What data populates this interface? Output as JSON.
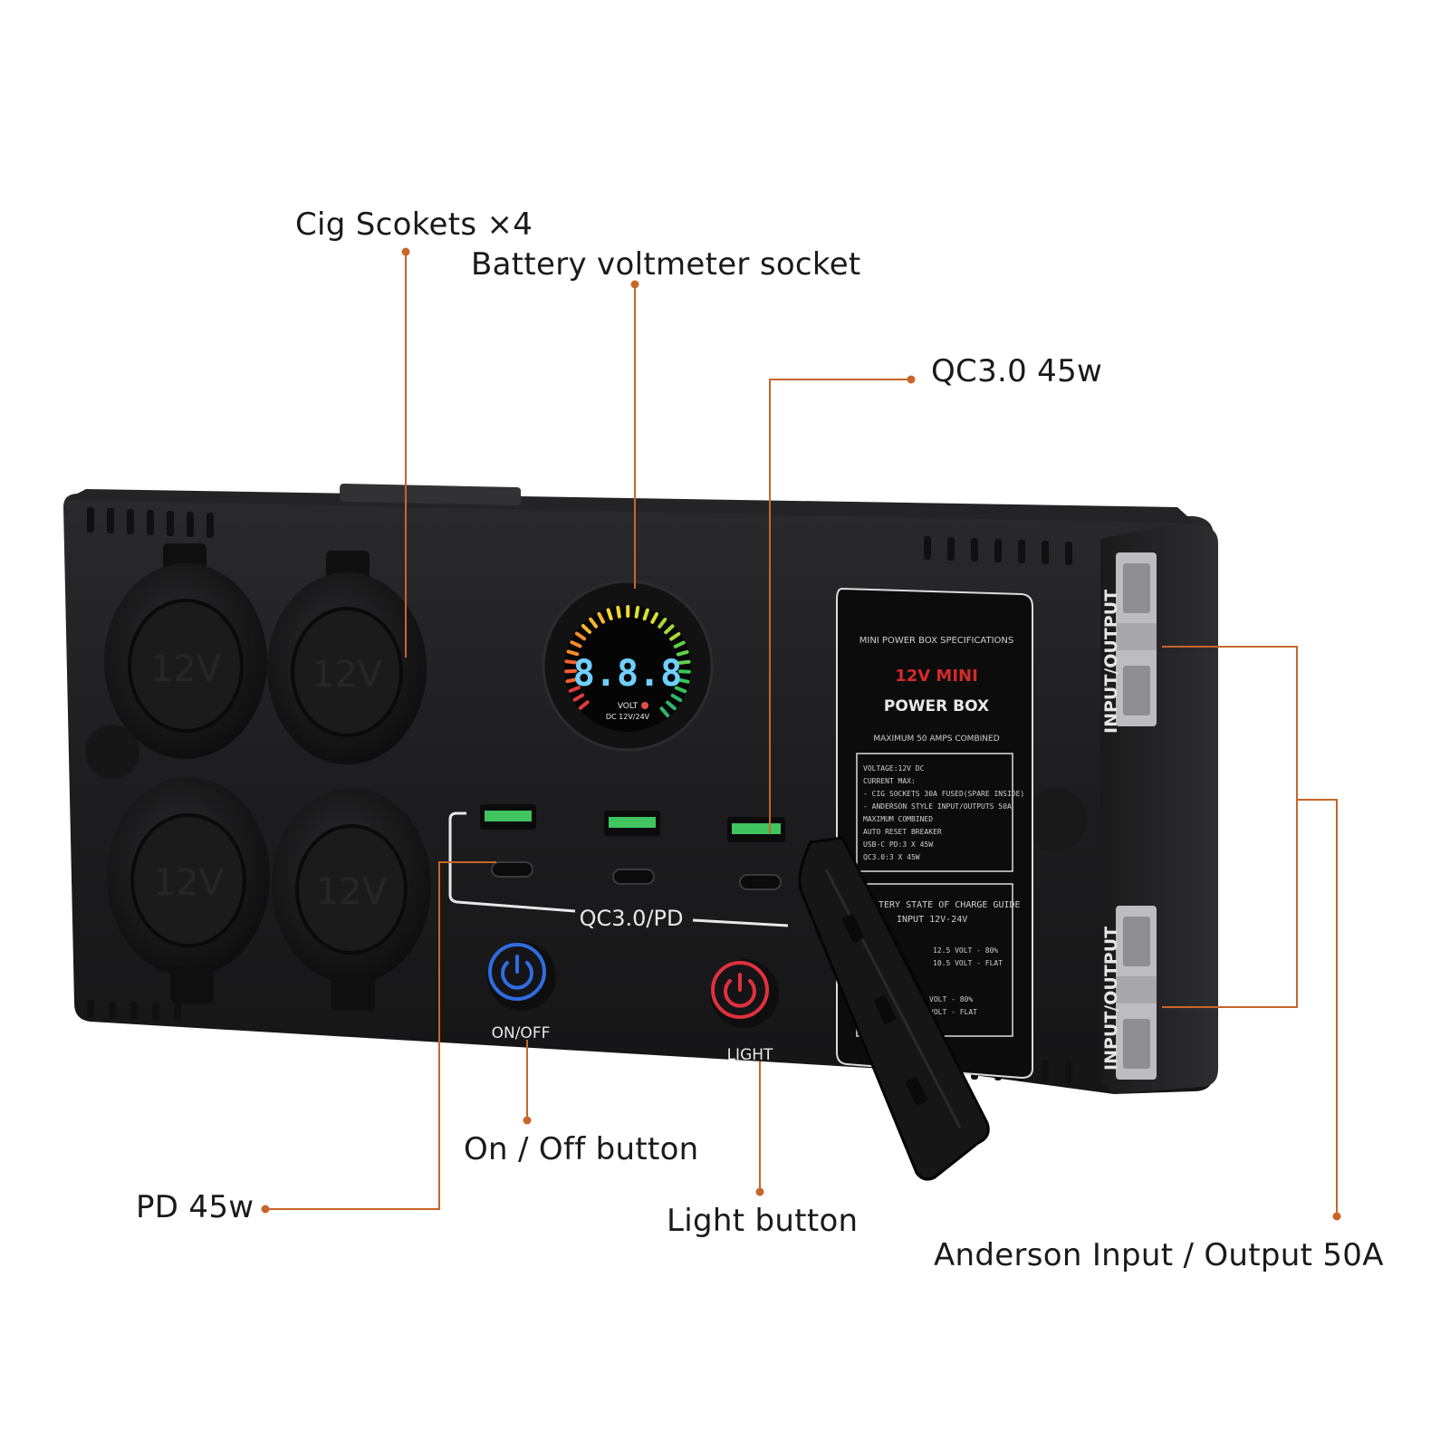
{
  "callouts": {
    "cig_sockets": "Cig Scokets ×4",
    "battery_voltmeter": "Battery voltmeter socket",
    "qc30": "QC3.0 45w",
    "pd": "PD 45w",
    "on_off_button": "On / Off button",
    "light_button": "Light button",
    "anderson": "Anderson Input / Output 50A"
  },
  "device": {
    "socket_cap_text": "12V",
    "voltmeter_display": "8.8.8",
    "voltmeter_unit": "VOLT",
    "voltmeter_range": "DC 12V/24V",
    "usb_panel_label": "QC3.0/PD",
    "onoff_label": "ON/OFF",
    "light_label": "LIGHT",
    "anderson_label": "INPUT/OUTPUT",
    "spec_panel": {
      "header": "MINI POWER BOX SPECIFICATIONS",
      "title_line1": "12V MINI",
      "title_line2": "POWER BOX",
      "subtitle": "MAXIMUM 50 AMPS COMBINED",
      "spec_lines": [
        "VOLTAGE:12V DC",
        "CURRENT MAX:",
        "- CIG SOCKETS 30A FUSED(SPARE INSIDE)",
        "- ANDERSON STYLE INPUT/OUTPUTS 50A",
        "MAXIMUM COMBINED",
        "AUTO RESET BREAKER",
        "USB-C PD:3 X 45W",
        "QC3.0:3 X 45W"
      ],
      "guide_title": "TERY STATE OF CHARGE GUIDE",
      "guide_input": "INPUT  12V-24V",
      "guide_lines": [
        "12.5 VOLT - 80%",
        "10.5 VOLT - FLAT",
        "VOLT - 80%",
        "VOLT - FLAT"
      ]
    },
    "colors": {
      "body": "#1c1c1e",
      "leader": "#c8662a",
      "usb_green": "#3fc45f",
      "onoff_blue": "#2f6de0",
      "light_red": "#e0313d",
      "spec_red": "#d42a2a"
    }
  }
}
